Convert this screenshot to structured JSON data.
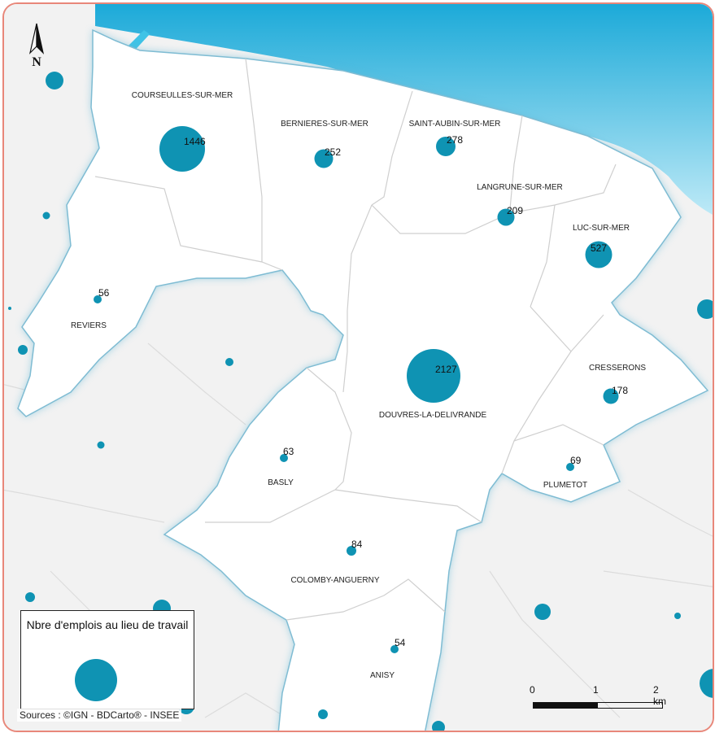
{
  "map": {
    "north_label": "N",
    "north_icon": "north-arrow-icon",
    "communes": [
      {
        "id": "courseulles",
        "name": "COURSEULLES-SUR-MER",
        "value": "1446"
      },
      {
        "id": "bernieres",
        "name": "BERNIERES-SUR-MER",
        "value": "252"
      },
      {
        "id": "saint-aubin",
        "name": "SAINT-AUBIN-SUR-MER",
        "value": "278"
      },
      {
        "id": "langrune",
        "name": "LANGRUNE-SUR-MER",
        "value": "209"
      },
      {
        "id": "luc",
        "name": "LUC-SUR-MER",
        "value": "527"
      },
      {
        "id": "reviers",
        "name": "REVIERS",
        "value": "56"
      },
      {
        "id": "douvres",
        "name": "DOUVRES-LA-DELIVRANDE",
        "value": "2127"
      },
      {
        "id": "cresserons",
        "name": "CRESSERONS",
        "value": "178"
      },
      {
        "id": "plumetot",
        "name": "PLUMETOT",
        "value": "69"
      },
      {
        "id": "basly",
        "name": "BASLY",
        "value": "63"
      },
      {
        "id": "colomby",
        "name": "COLOMBY-ANGUERNY",
        "value": "84"
      },
      {
        "id": "anisy",
        "name": "ANISY",
        "value": "54"
      }
    ]
  },
  "legend": {
    "title": "Nbre d'emplois au lieu de travail"
  },
  "scale": {
    "label_0": "0",
    "label_1": "1",
    "label_2": "2 km"
  },
  "sources": "Sources : ©IGN - BDCarto® - INSEE",
  "colors": {
    "symbol": "#0f93b3",
    "sea": "#3fc3e6",
    "frame": "#e8877a"
  }
}
